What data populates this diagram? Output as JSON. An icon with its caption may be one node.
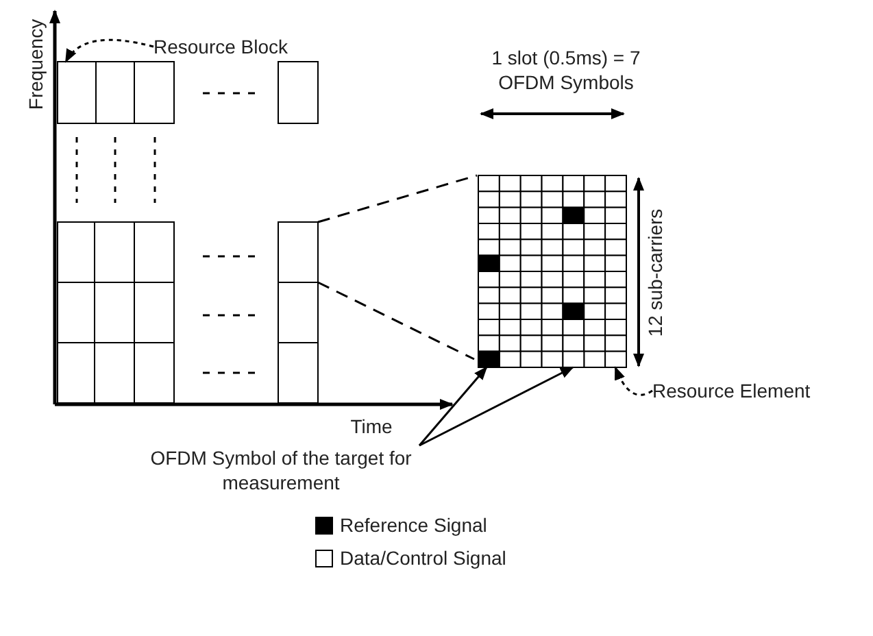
{
  "diagram": {
    "nodes": [
      {
        "text": [
          "Resource Block"
        ]
      },
      {
        "text": [],
        "shape": "box"
      },
      {
        "text": [
          "OFDM Symbol of the target for measurement"
        ]
      },
      {
        "text": [],
        "shape": "box"
      },
      {
        "text": [],
        "shape": "box"
      },
      {
        "text": [
          "Resource Element"
        ]
      },
      {
        "text": [],
        "shape": "box"
      }
    ],
    "edges": [
      {
        "from": 0,
        "to": 1,
        "arrow": "to",
        "style": "dashed"
      },
      {
        "from": 2,
        "to": 3,
        "arrow": "to"
      },
      {
        "from": 2,
        "to": 4,
        "arrow": "to"
      },
      {
        "from": 5,
        "to": 6,
        "arrow": "to",
        "style": "dashed"
      }
    ],
    "labels": [
      "Frequency",
      "1 slot (0.5ms) = 7 OFDM Symbols",
      "12 sub-carriers",
      "Time"
    ],
    "legend": [
      {
        "text": "Reference Signal",
        "color": "#000000"
      },
      {
        "text": "Data/Control Signal",
        "color": "#ffffff"
      }
    ]
  }
}
